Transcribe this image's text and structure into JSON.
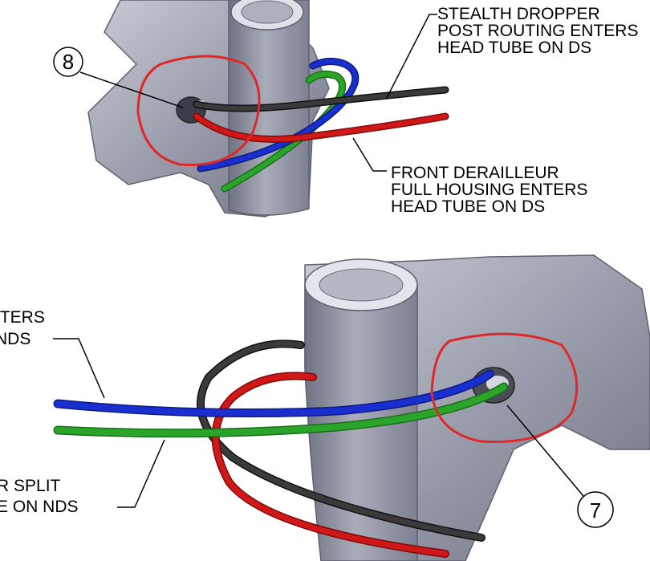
{
  "top_view": {
    "callout_number": "8",
    "labels": {
      "dropper": [
        "STEALTH DROPPER",
        "POST ROUTING ENTERS",
        "HEAD TUBE ON DS"
      ],
      "front_derailleur": [
        "FRONT DERAILLEUR",
        "FULL HOUSING ENTERS",
        "HEAD TUBE ON DS"
      ]
    }
  },
  "bottom_view": {
    "callout_number": "7",
    "labels": {
      "upper_left": [
        "ITERS",
        "NDS"
      ],
      "lower_left": [
        "R SPLIT",
        "E ON NDS"
      ]
    }
  },
  "colors": {
    "frame": "#9a9dab",
    "frame_dark": "#6f7282",
    "frame_light": "#c9cbd6",
    "housing_black": "#2b2b2b",
    "housing_red": "#d01818",
    "housing_blue": "#1a2fd0",
    "housing_green": "#2aa52a",
    "highlight_circle": "#e0282a"
  }
}
